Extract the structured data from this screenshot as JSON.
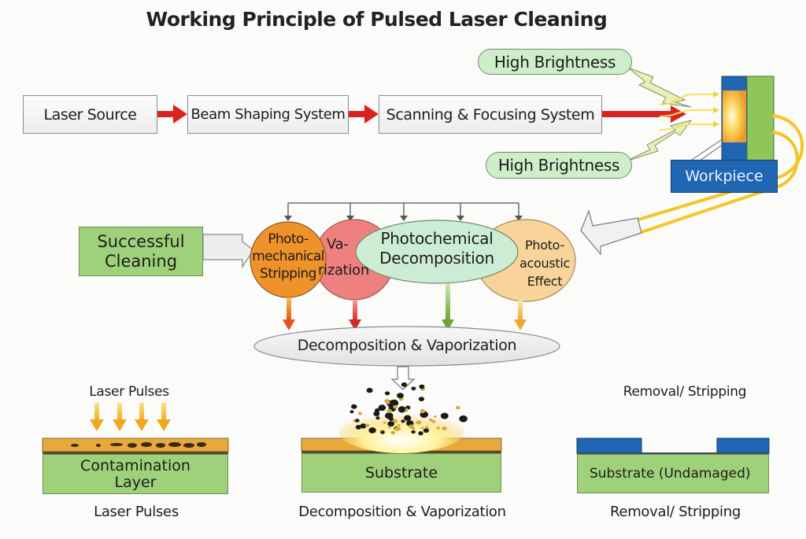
{
  "title": "Working Principle of Pulsed Laser Cleaning",
  "pipeline": {
    "steps": [
      "Laser Source",
      "Beam Shaping System",
      "Scanning & Focusing System"
    ]
  },
  "brightness": {
    "top": "High Brightness",
    "bottom": "High Brightness"
  },
  "workpiece": {
    "label": "Workpiece"
  },
  "outcome": {
    "label_line1": "Successful",
    "label_line2": "Cleaning"
  },
  "mechanisms": [
    {
      "line1": "Photo-",
      "line2": "mechanical",
      "line3": "Stripping",
      "color": "#f0922a"
    },
    {
      "line1": "Va-",
      "line2": "rization",
      "color": "#ef8080"
    },
    {
      "line1": "Photochemical",
      "line2": "Decomposition",
      "color": "#cdecd4"
    },
    {
      "line1": "Photo-",
      "line2": "acoustic",
      "line3": "Effect",
      "color": "#f8d49a"
    }
  ],
  "result_node": {
    "label": "Decomposition & Vaporization"
  },
  "panels": [
    {
      "top_label": "Laser Pulses",
      "layer_line1": "Contamination",
      "layer_line2": "Layer",
      "caption": "Laser Pulses"
    },
    {
      "layer_label": "Substrate",
      "caption": "Decomposition & Vaporization"
    },
    {
      "top_label": "Removal/ Stripping",
      "layer_label": "Substrate (Undamaged)",
      "caption": "Removal/ Stripping"
    }
  ],
  "colors": {
    "laser_arrow": "#d9231f",
    "substrate": "#9fd07a",
    "coating_blue": "#1f66b3",
    "contamination": "#e9a83a",
    "beam_yellow": "#f3c623",
    "brightness_fill": "#cdeec8"
  }
}
